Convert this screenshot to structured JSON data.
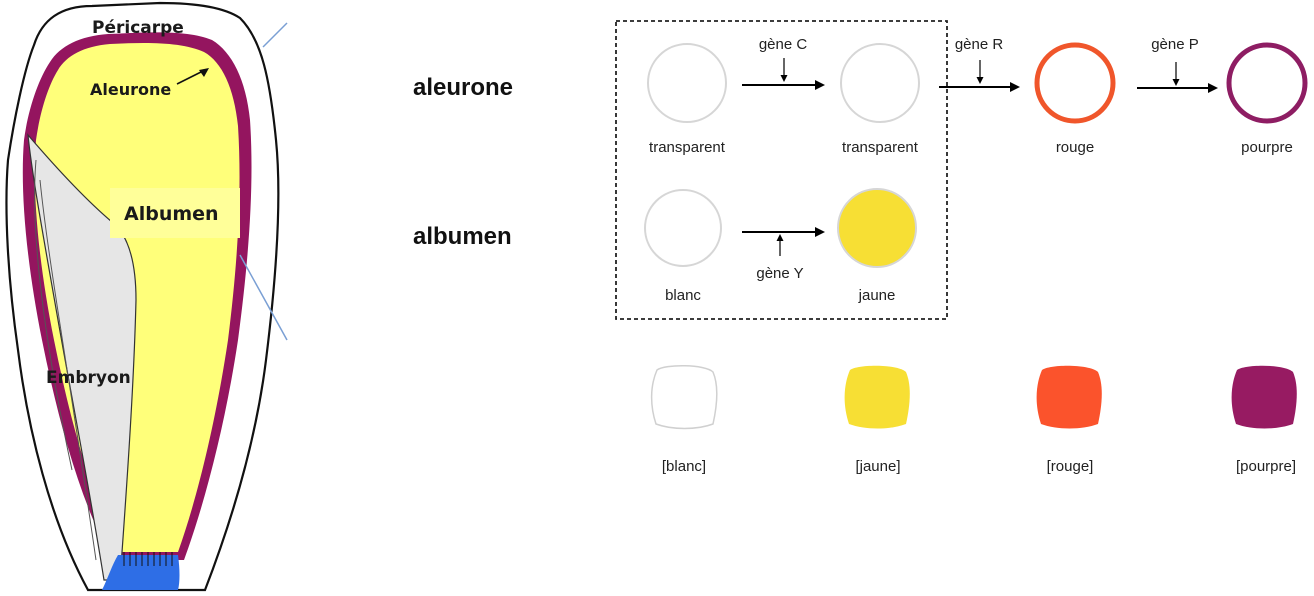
{
  "kernel": {
    "labels": {
      "pericarp": "Péricarpe",
      "aleurone": "Aleurone",
      "albumen": "Albumen",
      "embryo": "Embryon"
    },
    "colors": {
      "outline": "#111111",
      "aleurone_layer": "#94155f",
      "albumen": "#ffff7a",
      "embryo": "#e6e6e6",
      "scutellum": "#2e6ee6"
    }
  },
  "rows": {
    "aleurone": "aleurone",
    "albumen": "albumen"
  },
  "aleurone_pathway": {
    "nodes": [
      {
        "label": "transparent",
        "color": "#ffffff",
        "style": "outline"
      },
      {
        "label": "transparent",
        "color": "#ffffff",
        "style": "outline"
      },
      {
        "label": "rouge",
        "color": "#f0562b",
        "style": "ring"
      },
      {
        "label": "pourpre",
        "color": "#8e1d63",
        "style": "ring"
      }
    ],
    "genes": [
      "gène C",
      "gène R",
      "gène P"
    ]
  },
  "albumen_pathway": {
    "nodes": [
      {
        "label": "blanc",
        "color": "#ffffff",
        "style": "outline"
      },
      {
        "label": "jaune",
        "color": "#f7df34",
        "style": "filled"
      }
    ],
    "genes": [
      "gène Y"
    ]
  },
  "phenotypes": [
    {
      "label": "[blanc]",
      "color": "#ffffff"
    },
    {
      "label": "[jaune]",
      "color": "#f7df34"
    },
    {
      "label": "[rouge]",
      "color": "#fb532c"
    },
    {
      "label": "[pourpre]",
      "color": "#971b62"
    }
  ],
  "colors": {
    "node_outline": "#d6d6d6",
    "arrow": "#000000",
    "dashed_box": "#222222"
  }
}
